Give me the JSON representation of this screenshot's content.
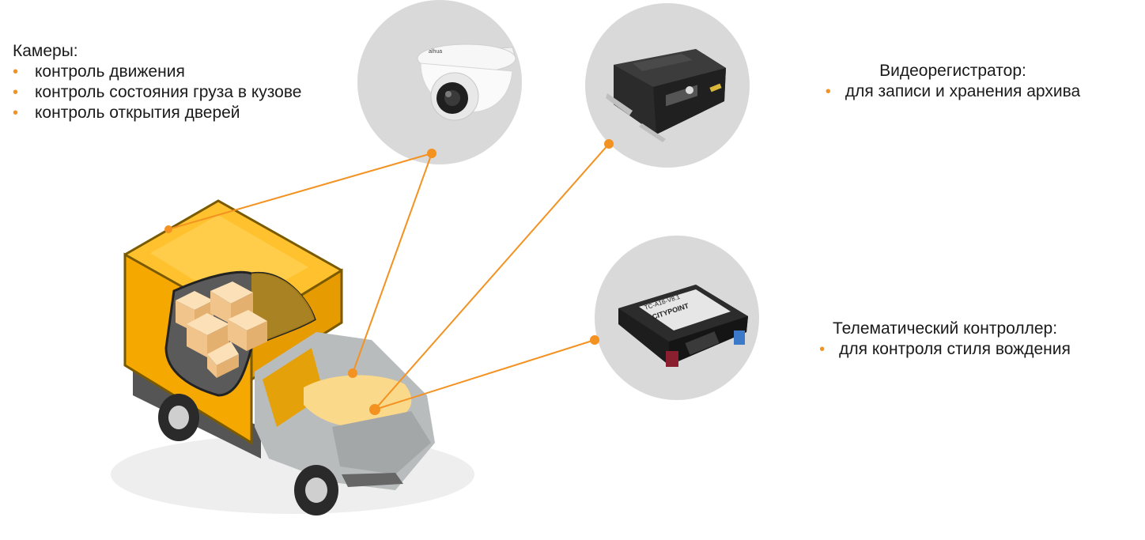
{
  "cameras": {
    "title": "Камеры:",
    "items": [
      "контроль движения",
      "контроль состояния груза в кузове",
      "контроль открытия дверей"
    ]
  },
  "recorder": {
    "title": "Видеорегистратор:",
    "items": [
      "для записи и хранения архива"
    ]
  },
  "telematics": {
    "title": "Телематический контроллер:",
    "items": [
      "для контроля стиля вождения"
    ]
  },
  "device_labels": {
    "camera_brand": "alhua",
    "controller_model": "TC-A16-V8.1",
    "controller_brand": "CITYPOINT"
  },
  "bullet_symbol": "•",
  "colors": {
    "accent": "#f39221",
    "truck_box": "#f5a800",
    "truck_cab": "#b9bcbd",
    "circle_bg": "#d9d9d9"
  }
}
